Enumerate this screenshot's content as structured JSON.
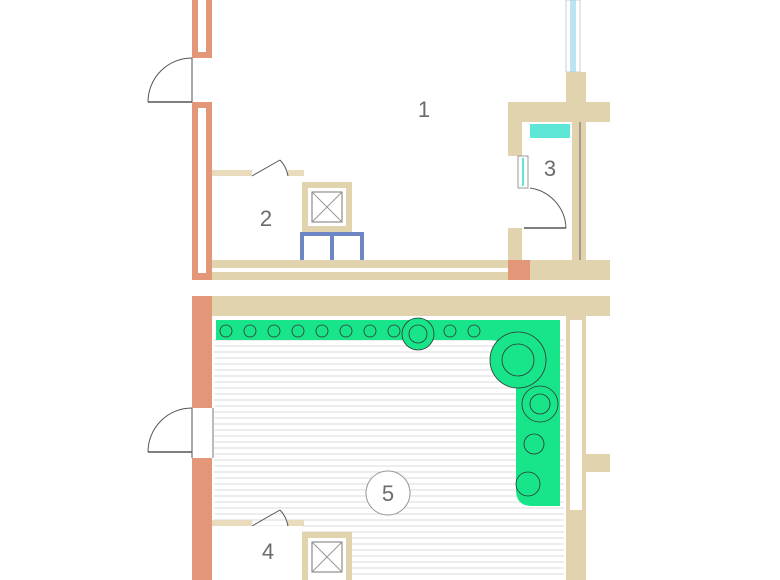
{
  "rooms": [
    {
      "id": "1",
      "label": "1"
    },
    {
      "id": "2",
      "label": "2"
    },
    {
      "id": "3",
      "label": "3"
    },
    {
      "id": "4",
      "label": "4"
    },
    {
      "id": "5",
      "label": "5"
    }
  ],
  "colors": {
    "wall": "#e1d3ae",
    "exterior_wall": "#e49678",
    "partition": "#e8dcbd",
    "planter": "#18e48a",
    "deck_line": "#cfcfcf",
    "sink": "#5ee7d6",
    "window": "#8fd1e6",
    "bench": "#6f86c4",
    "line": "#555555"
  },
  "icons": {
    "elevator": "elevator-icon",
    "door": "door-swing-icon",
    "shrub": "shrub-icon",
    "tree": "tree-icon"
  }
}
